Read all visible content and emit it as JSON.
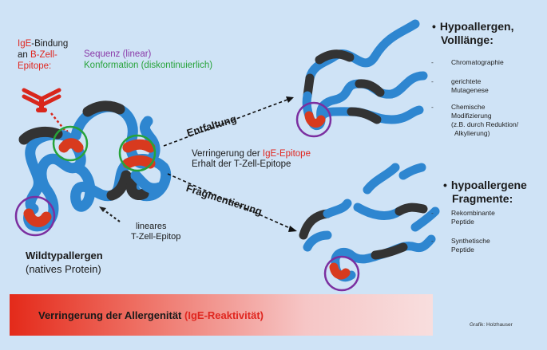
{
  "labels": {
    "ige_binding_1": "IgE",
    "ige_binding_2": "-Bindung",
    "ige_binding_3": "an ",
    "ige_binding_4": "B-Zell-",
    "ige_binding_5": "Epitope:",
    "sequence": "Sequenz (linear)",
    "conformation": "Konformation (diskontinuierlich)",
    "unfolding": "Entfaltung",
    "fragmentation": "Fragmentierung",
    "reduction_1": "Verringerung der ",
    "reduction_2": "IgE-Epitope",
    "retention": "Erhalt der T-Zell-Epitope",
    "linear_t_1": "lineares",
    "linear_t_2": "T-Zell-Epitop",
    "wildtype_title": "Wildtypallergen",
    "wildtype_sub": "(natives Protein)"
  },
  "right_panel": {
    "section1_title_1": "Hypoallergen,",
    "section1_title_2": "Volllänge:",
    "section1_items": [
      "Chromatographie",
      "gerichtete",
      "Mutagenese",
      "Chemische",
      "Modifizierung",
      "(z.B. durch Reduktion/",
      "Alkylierung)"
    ],
    "section2_title_1": "hypoallergene",
    "section2_title_2": "Fragmente:",
    "section2_items": [
      "Rekombinante",
      "Peptide",
      "Synthetische",
      "Peptide"
    ]
  },
  "bottom_bar": {
    "text_1": "Verringerung der Allergenität ",
    "text_2": "(IgE-Reaktivität)"
  },
  "credit": "Grafik: Holzhauser",
  "colors": {
    "background": "#cfe3f6",
    "chain_blue": "#2e86d0",
    "chain_dark": "#333333",
    "epitope_red": "#d83a1e",
    "circle_green": "#27a33a",
    "circle_purple": "#7b2fa0"
  }
}
